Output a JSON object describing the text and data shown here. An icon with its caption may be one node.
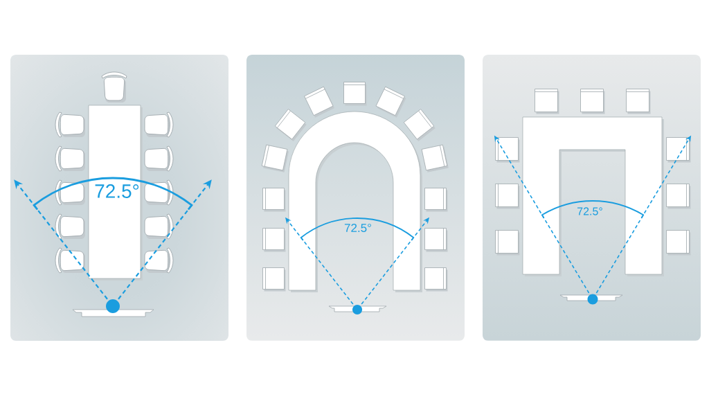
{
  "diagram": {
    "labels": [
      "72.5°",
      "72.5°",
      "72.5°"
    ]
  }
}
